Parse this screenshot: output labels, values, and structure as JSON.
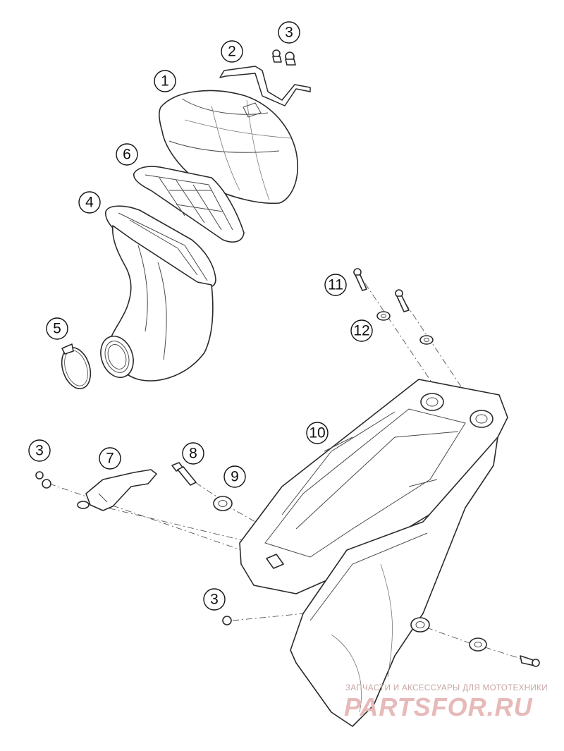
{
  "callouts": [
    {
      "label": "1"
    },
    {
      "label": "2"
    },
    {
      "label": "3"
    },
    {
      "label": "4"
    },
    {
      "label": "5"
    },
    {
      "label": "6"
    },
    {
      "label": "7"
    },
    {
      "label": "8"
    },
    {
      "label": "9"
    },
    {
      "label": "10"
    },
    {
      "label": "11"
    },
    {
      "label": "12"
    },
    {
      "label": "3"
    },
    {
      "label": "3"
    }
  ],
  "watermark": {
    "tagline": "ЗАПЧАСТИ И АКСЕССУАРЫ ДЛЯ МОТОТЕХНИКИ",
    "brand": "PARTSFOR.RU"
  }
}
